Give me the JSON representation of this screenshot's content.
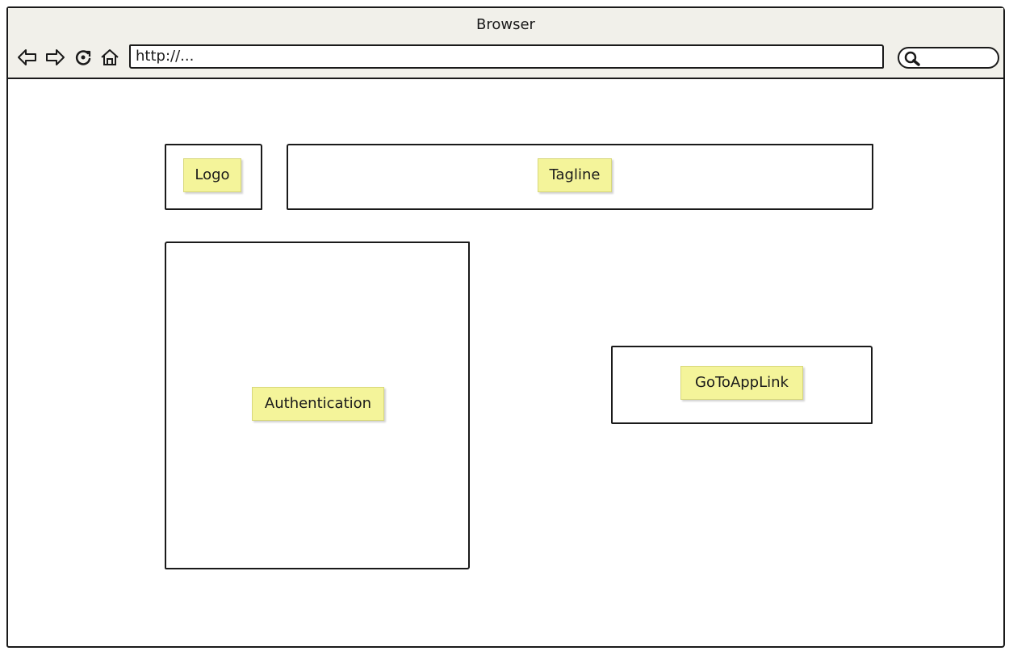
{
  "browser": {
    "title": "Browser",
    "url": "http://...",
    "icons": [
      "back-arrow-icon",
      "forward-arrow-icon",
      "reload-icon",
      "home-icon",
      "search-icon"
    ]
  },
  "wireframe": {
    "logo_label": "Logo",
    "tagline_label": "Tagline",
    "authentication_label": "Authentication",
    "goto_app_link_label": "GoToAppLink"
  },
  "colors": {
    "sticky_note": "#f4f49a",
    "chrome_background": "#f1f0ea",
    "stroke": "#1a1a1a"
  }
}
